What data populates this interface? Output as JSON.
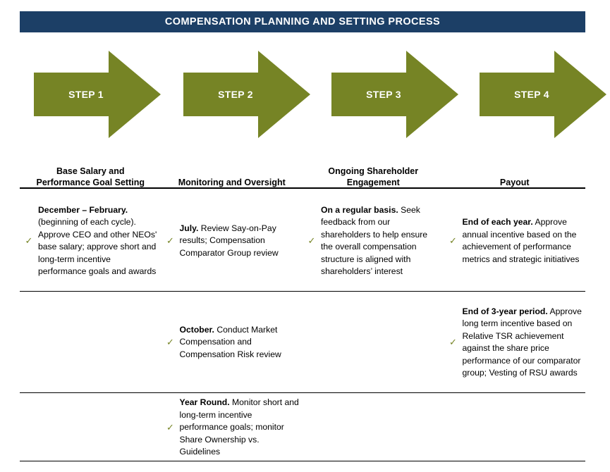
{
  "header": {
    "title": "COMPENSATION PLANNING AND SETTING PROCESS",
    "bar_color": "#1c3f66",
    "text_color": "#ffffff"
  },
  "theme": {
    "arrow_color": "#768425",
    "check_color": "#768425",
    "rule_color": "#000000",
    "background": "#ffffff"
  },
  "steps": [
    {
      "label": "STEP 1"
    },
    {
      "label": "STEP 2"
    },
    {
      "label": "STEP 3"
    },
    {
      "label": "STEP 4"
    }
  ],
  "columns": [
    {
      "title_line1": "Base Salary and",
      "title_line2": "Performance Goal Setting"
    },
    {
      "title_line1": "",
      "title_line2": "Monitoring and Oversight"
    },
    {
      "title_line1": "Ongoing Shareholder",
      "title_line2": "Engagement"
    },
    {
      "title_line1": "",
      "title_line2": "Payout"
    }
  ],
  "rows": [
    {
      "cells": [
        {
          "has_check": true,
          "check_glyph": "✓",
          "lead": "December – February.",
          "body": " (beginning of each cycle). Approve CEO and other NEOs' base salary; approve short and long-term incentive performance goals and awards"
        },
        {
          "has_check": true,
          "check_glyph": "✓",
          "lead": "July.",
          "body": " Review Say-on-Pay results; Compensation Comparator Group review"
        },
        {
          "has_check": true,
          "check_glyph": "✓",
          "lead": "On a regular basis.",
          "body": " Seek feedback from our shareholders to help ensure the overall compensation structure is aligned with shareholders’ interest"
        },
        {
          "has_check": true,
          "check_glyph": "✓",
          "lead": "End of each year.",
          "body": " Approve annual incentive based on the achievement of performance metrics and strategic initiatives"
        }
      ]
    },
    {
      "cells": [
        {
          "has_check": false,
          "check_glyph": "",
          "lead": "",
          "body": ""
        },
        {
          "has_check": true,
          "check_glyph": "✓",
          "lead": "October.",
          "body": " Conduct Market Compensation and Compensation Risk review"
        },
        {
          "has_check": false,
          "check_glyph": "",
          "lead": "",
          "body": ""
        },
        {
          "has_check": true,
          "check_glyph": "✓",
          "lead": "End of 3-year period.",
          "body": " Approve long term incentive based on Relative TSR achievement against the share price performance of our comparator group; Vesting of RSU awards"
        }
      ]
    },
    {
      "cells": [
        {
          "has_check": false,
          "check_glyph": "",
          "lead": "",
          "body": ""
        },
        {
          "has_check": true,
          "check_glyph": "✓",
          "lead": "Year Round.",
          "body": " Monitor short and long-term incentive performance goals; monitor Share Ownership vs. Guidelines"
        },
        {
          "has_check": false,
          "check_glyph": "",
          "lead": "",
          "body": ""
        },
        {
          "has_check": false,
          "check_glyph": "",
          "lead": "",
          "body": ""
        }
      ]
    }
  ]
}
